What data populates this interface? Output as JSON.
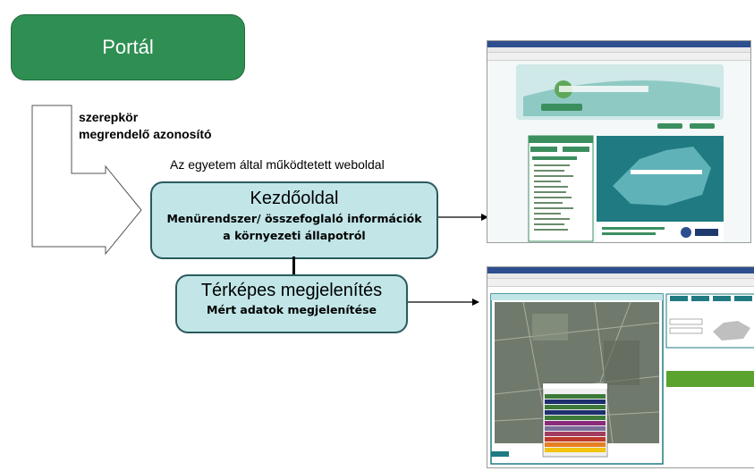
{
  "portal": {
    "label": "Portál"
  },
  "roles": {
    "line1": "szerepkör",
    "line2": "megrendelő azonosító"
  },
  "site_note": "Az egyetem által működtetett weboldal",
  "home": {
    "title": "Kezdőoldal",
    "sub1": "Menürendszer/ összefoglaló információk",
    "sub2": "a környezeti állapotról"
  },
  "map_view": {
    "title": "Térképes megjelenítés",
    "sub": "Mért adatok megjelenítése"
  },
  "colors": {
    "portal_green": "#2f8f53",
    "box_fill": "#c2e6e8",
    "box_border": "#2a5a5e"
  }
}
